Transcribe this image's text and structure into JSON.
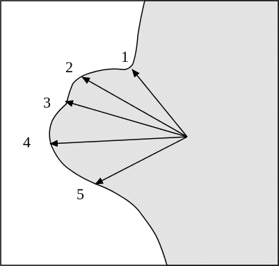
{
  "labels": {
    "p1": "1",
    "p2": "2",
    "p3": "3",
    "p4": "4",
    "p5": "5"
  },
  "colors": {
    "stroke": "#000000",
    "land_fill": "#d9d9d9",
    "background": "#ffffff"
  }
}
